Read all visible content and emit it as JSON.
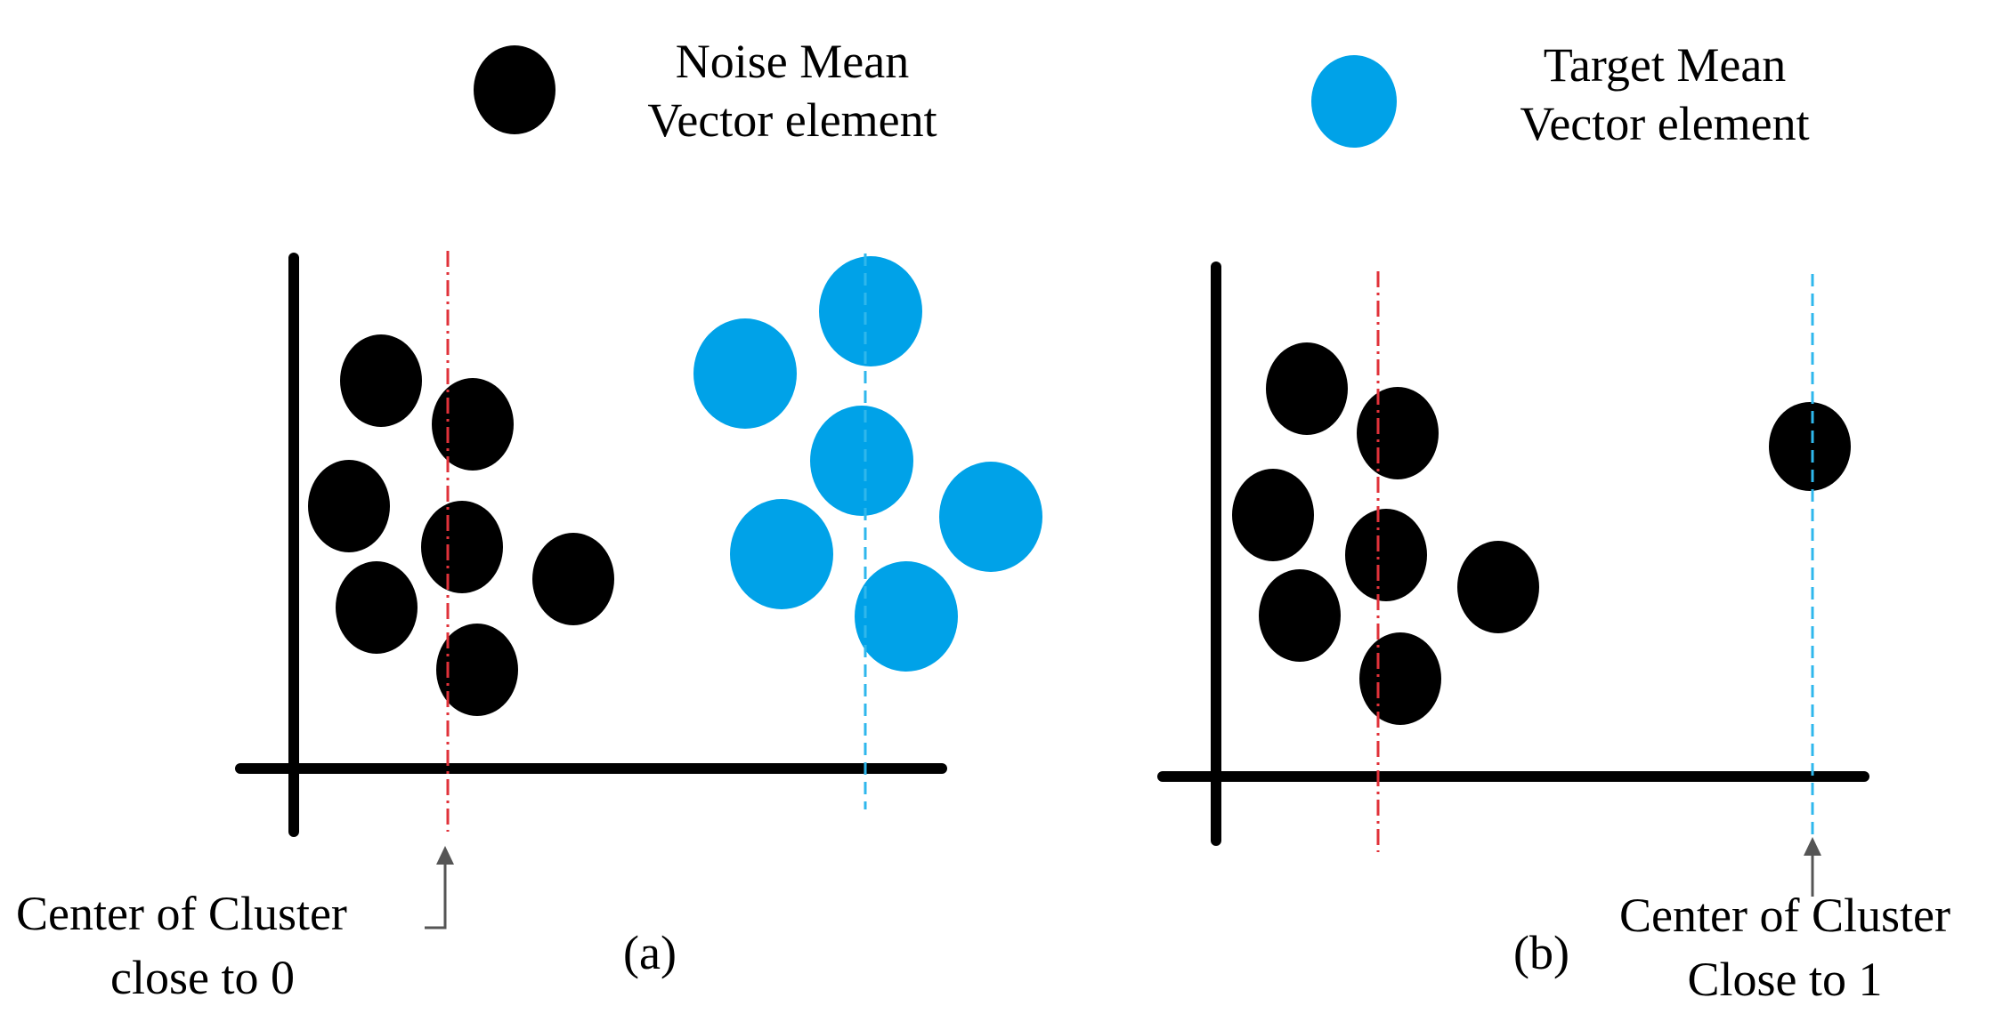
{
  "legend": {
    "noise": {
      "line1": "Noise Mean",
      "line2": "Vector element",
      "color": "#000000"
    },
    "target": {
      "line1": "Target Mean",
      "line2": "Vector element",
      "color": "#00A2E8"
    }
  },
  "colors": {
    "noise": "#000000",
    "target": "#00A2E8",
    "noise_center_line": "#E0323A",
    "target_center_line": "#2FB7EC",
    "axis": "#000000",
    "arrow": "#555555"
  },
  "panel_a": {
    "label": "(a)",
    "caption_line1": "Center of Cluster",
    "caption_line2": "close to 0"
  },
  "panel_b": {
    "label": "(b)",
    "caption_line1": "Center of Cluster",
    "caption_line2": "Close to 1"
  }
}
